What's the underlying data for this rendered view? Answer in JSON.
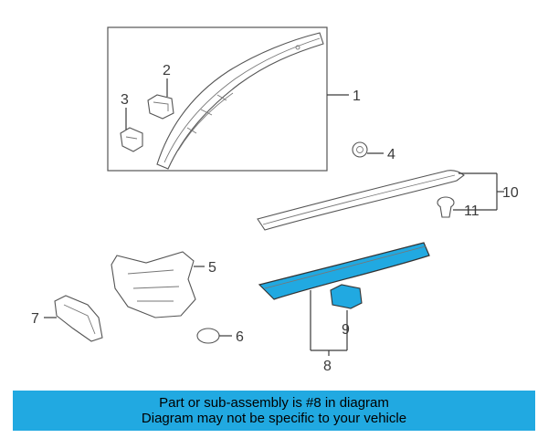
{
  "callouts": {
    "c1": "1",
    "c2": "2",
    "c3": "3",
    "c4": "4",
    "c5": "5",
    "c6": "6",
    "c7": "7",
    "c8": "8",
    "c9": "9",
    "c10": "10",
    "c11": "11"
  },
  "banner": {
    "line1": "Part or sub-assembly is #8 in diagram",
    "line2": "Diagram may not be specific to your vehicle"
  },
  "colors": {
    "highlight": "#21a9e1",
    "banner": "#21a9e1",
    "line": "#3a3a3a"
  }
}
